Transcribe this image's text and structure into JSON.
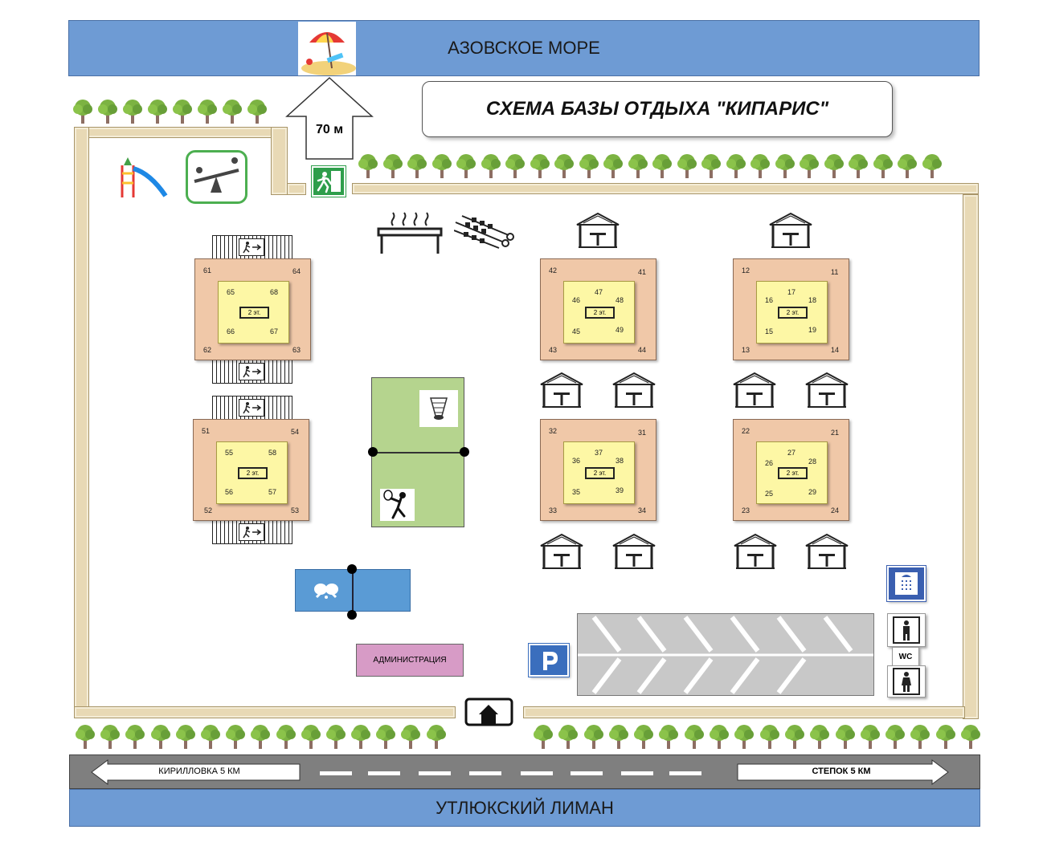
{
  "labels": {
    "sea": "АЗОВСКОЕ МОРЕ",
    "title": "СХЕМА БАЗЫ ОТДЫХА \"КИПАРИС\"",
    "distance": "70 м",
    "administration": "АДМИНИСТРАЦИЯ",
    "left_road_sign": "КИРИЛЛОВКА 5 КМ",
    "right_road_sign": "СТЕПОК 5 КМ",
    "liman": "УТЛЮКСКИЙ ЛИМАН",
    "wc": "WC"
  },
  "houses": [
    {
      "id": "house-60",
      "corners": [
        "61",
        "64",
        "62",
        "63"
      ],
      "inner": [
        "65",
        "68",
        "66",
        "67"
      ],
      "floor": "2 эт."
    },
    {
      "id": "house-50",
      "corners": [
        "51",
        "54",
        "52",
        "53"
      ],
      "inner": [
        "55",
        "58",
        "56",
        "57"
      ],
      "floor": "2 эт."
    },
    {
      "id": "house-40",
      "corners": [
        "42",
        "41",
        "43",
        "44"
      ],
      "inner_top": "47",
      "inner": [
        "46",
        "48",
        "45",
        "49"
      ],
      "floor": "2 эт."
    },
    {
      "id": "house-10",
      "corners": [
        "12",
        "11",
        "13",
        "14"
      ],
      "inner_top": "17",
      "inner": [
        "16",
        "18",
        "15",
        "19"
      ],
      "floor": "2 эт."
    },
    {
      "id": "house-30",
      "corners": [
        "32",
        "31",
        "33",
        "34"
      ],
      "inner_top": "37",
      "inner": [
        "36",
        "38",
        "35",
        "39"
      ],
      "floor": "2 эт."
    },
    {
      "id": "house-20",
      "corners": [
        "22",
        "21",
        "23",
        "24"
      ],
      "inner_top": "27",
      "inner": [
        "26",
        "28",
        "25",
        "29"
      ],
      "floor": "2 эт."
    }
  ],
  "colors": {
    "water": "#6e9bd4",
    "fence": "#e8d9b5",
    "house_outer": "#f0c8a8",
    "house_inner": "#fdf7a5",
    "badminton_court": "#b5d48e",
    "ping_pong_table": "#5a9bd5",
    "administration": "#d79bc6",
    "parking": "#c8c8c8",
    "road": "#7f7f7f",
    "parking_sign": "#3a6ebd"
  },
  "icons": [
    "beach-icon",
    "slide-icon",
    "seesaw-icon",
    "emergency-exit-icon",
    "grill-icon",
    "skewers-icon",
    "gazebo-icon",
    "shuttlecock-icon",
    "badminton-player-icon",
    "ping-pong-icon",
    "parking-icon",
    "shower-icon",
    "male-toilet-icon",
    "female-toilet-icon",
    "entrance-icon",
    "tree-icon"
  ]
}
